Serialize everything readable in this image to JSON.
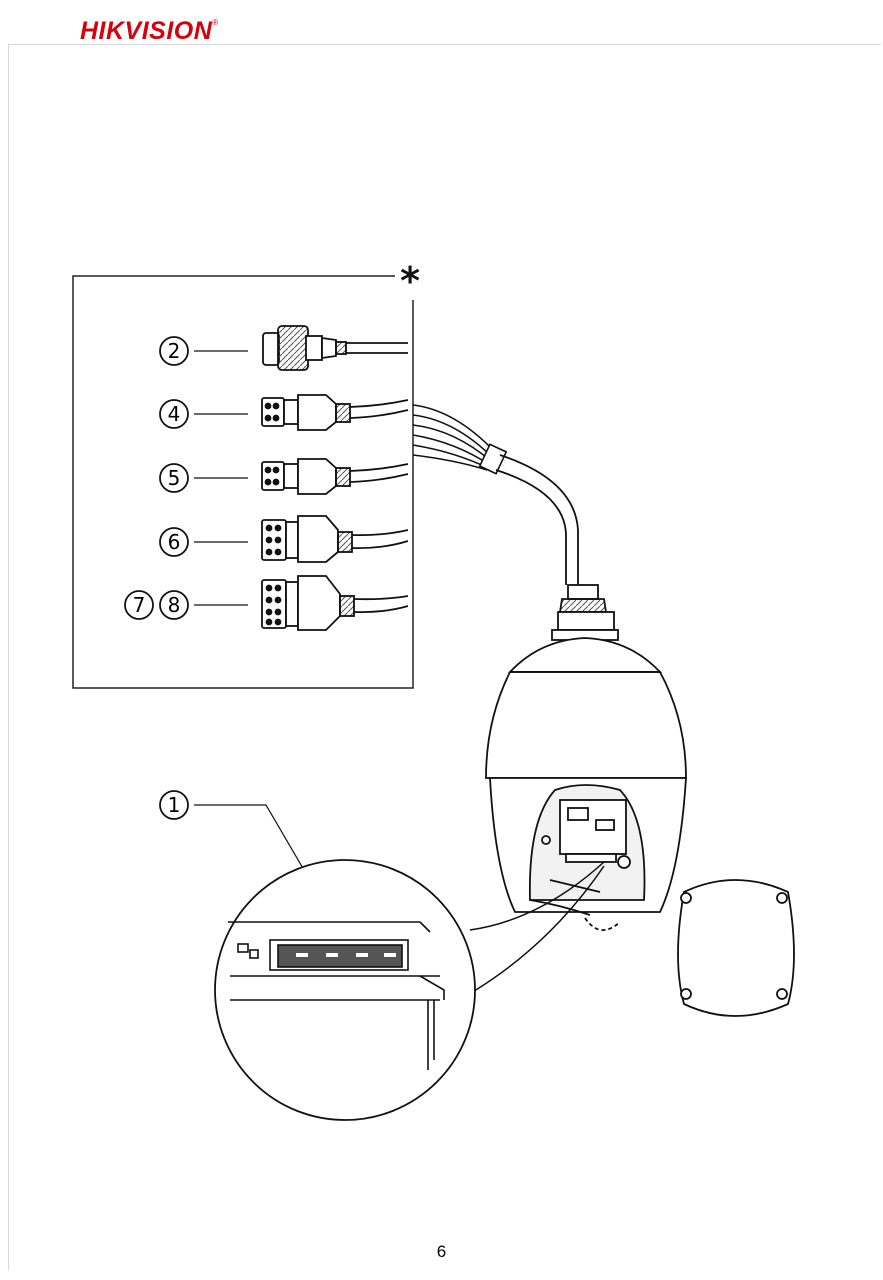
{
  "brand": {
    "logo": "HIKVISION",
    "registered": "®"
  },
  "callouts": [
    {
      "id": "c1",
      "label": "1"
    },
    {
      "id": "c2",
      "label": "2"
    },
    {
      "id": "c4",
      "label": "4"
    },
    {
      "id": "c5",
      "label": "5"
    },
    {
      "id": "c6",
      "label": "6"
    },
    {
      "id": "c7",
      "label": "7"
    },
    {
      "id": "c8",
      "label": "8"
    }
  ],
  "asterisk": "*",
  "page_number": "6"
}
